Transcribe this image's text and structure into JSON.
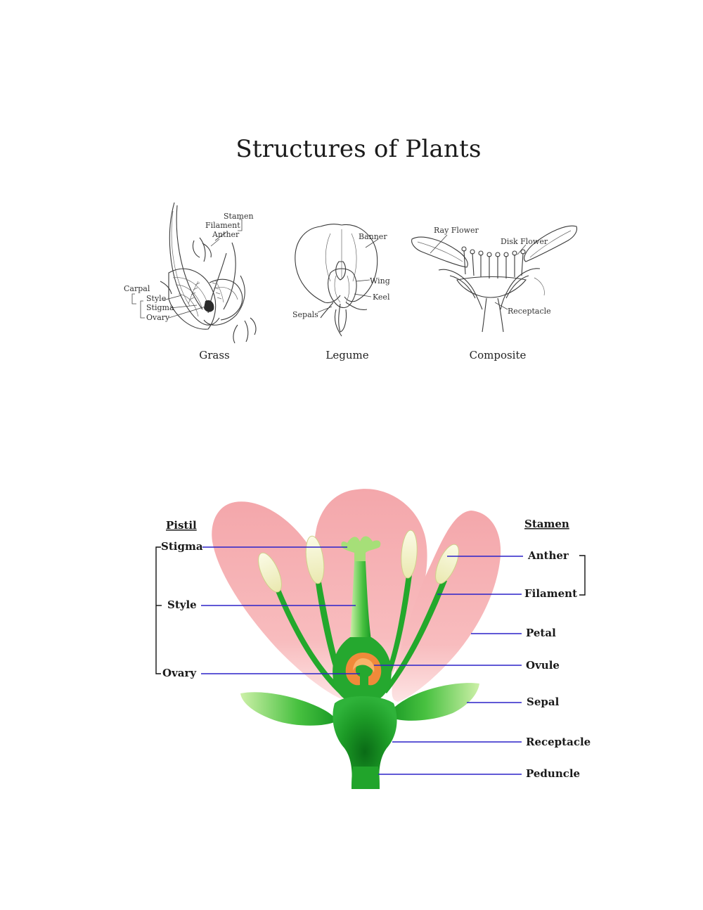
{
  "title": "Structures of Plants",
  "colors": {
    "petal": "#f5a3a6",
    "green": "#22a82b",
    "dark_green": "#0d6e18",
    "anther": "#f3f2c6",
    "ovule": "#f08a3a",
    "leader_line": "#2b22c9"
  },
  "sketches": {
    "grass": {
      "caption": "Grass",
      "labels": {
        "stamen": "Stamen",
        "filament": "Filament",
        "anther": "Anther",
        "carpal": "Carpal",
        "style": "Style",
        "stigma": "Stigma",
        "ovary": "Ovary"
      }
    },
    "legume": {
      "caption": "Legume",
      "labels": {
        "banner": "Banner",
        "wing": "Wing",
        "keel": "Keel",
        "sepals": "Sepals"
      }
    },
    "composite": {
      "caption": "Composite",
      "labels": {
        "ray_flower": "Ray Flower",
        "disk_flower": "Disk Flower",
        "receptacle": "Receptacle"
      }
    }
  },
  "flower_diagram": {
    "pistil_heading": "Pistil",
    "stamen_heading": "Stamen",
    "left_labels": {
      "stigma": "Stigma",
      "style": "Style",
      "ovary": "Ovary"
    },
    "right_labels": {
      "anther": "Anther",
      "filament": "Filament",
      "petal": "Petal",
      "ovule": "Ovule",
      "sepal": "Sepal",
      "receptacle": "Receptacle",
      "peduncle": "Peduncle"
    }
  }
}
